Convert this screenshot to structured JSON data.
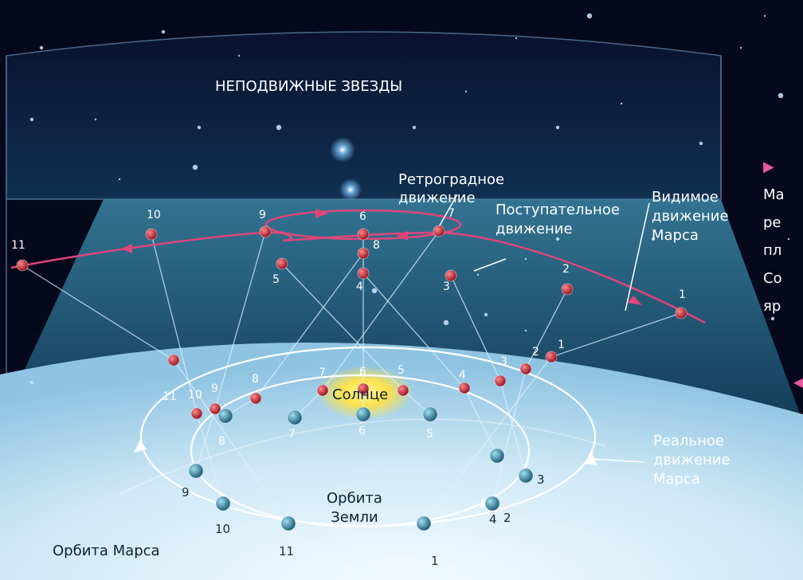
{
  "labels": {
    "fixed_stars": "НЕПОДВИЖНЫЕ ЗВЕЗДЫ",
    "retrograde_line1": "Ретроградное",
    "retrograde_line2": "движение",
    "prograde_line1": "Поступательное",
    "prograde_line2": "движение",
    "apparent_line1": "Видимое",
    "apparent_line2": "движение",
    "apparent_line3": "Марса",
    "real_line1": "Реальное",
    "real_line2": "движение",
    "real_line3": "Марса",
    "sun": "Солнце",
    "earth_orbit_line1": "Орбита",
    "earth_orbit_line2": "Земли",
    "mars_orbit": "Орбита Марса"
  },
  "caption": {
    "marker": "▶",
    "lines": [
      "Ма",
      "ре",
      "пл",
      "Со",
      "яр"
    ],
    "side_arrow": "◀"
  },
  "numbers": {
    "sky": [
      "1",
      "2",
      "3",
      "4",
      "5",
      "6",
      "7",
      "8",
      "9",
      "10",
      "11"
    ],
    "mars": [
      "1",
      "2",
      "3",
      "4",
      "5",
      "6",
      "7",
      "8",
      "9",
      "10",
      "11"
    ],
    "earth": [
      "1",
      "2",
      "3",
      "4",
      "5",
      "6",
      "7",
      "8",
      "9",
      "10",
      "11"
    ]
  },
  "colors": {
    "sky": "#06081c",
    "plane": "#2b6f8f",
    "apparent_path": "#e0467a",
    "orbit": "#ffffff",
    "mars": "#c8283c",
    "earth": "#3d9bb8",
    "sun": "#ffe24a"
  }
}
